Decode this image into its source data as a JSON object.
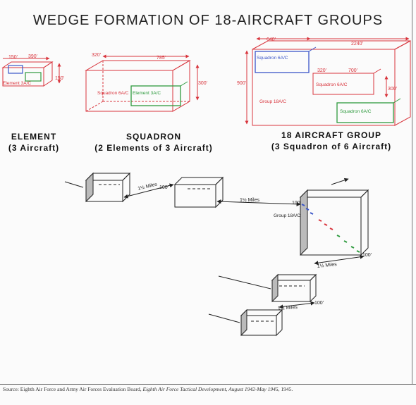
{
  "title": "WEDGE FORMATION OF 18-AIRCRAFT GROUPS",
  "panels": {
    "element": {
      "heading": "ELEMENT",
      "subheading": "(3 Aircraft)",
      "dims": {
        "width": "390'",
        "depth": "150'",
        "height": "150'"
      },
      "label": "Element 3A/C"
    },
    "squadron": {
      "heading": "SQUADRON",
      "subheading": "(2 Elements of 3 Aircraft)",
      "dims": {
        "depth": "320'",
        "width": "785'",
        "height": "300'"
      },
      "label_squadron": "Squadron 6A/C",
      "label_element": "Element 3A/C"
    },
    "group": {
      "heading": "18 AIRCRAFT GROUP",
      "subheading": "(3 Squadron of 6 Aircraft)",
      "dims": {
        "lead_width": "640'",
        "total_width": "2240'",
        "height": "900'",
        "low_depth": "320'",
        "low_width": "700'",
        "low_height": "300'"
      },
      "label_top": "Squadron 6A/C",
      "label_mid": "Squadron 6A/C",
      "label_low": "Squadron 6A/C",
      "label_group": "Group 18A/C"
    }
  },
  "trail": {
    "spacing": "1½ Miles",
    "height": "100'",
    "group_label": "Group 18A/C"
  },
  "source": {
    "prefix": "Source: Eighth Air Force and Army Air Forces Evaluation Board,",
    "work": "Eighth Air Force Tactical Development, August 1942-May 1945,",
    "year": "1945."
  },
  "colors": {
    "red": "#d8343c",
    "blue": "#3a55c8",
    "green": "#2e9a3e",
    "ink": "#222222"
  }
}
